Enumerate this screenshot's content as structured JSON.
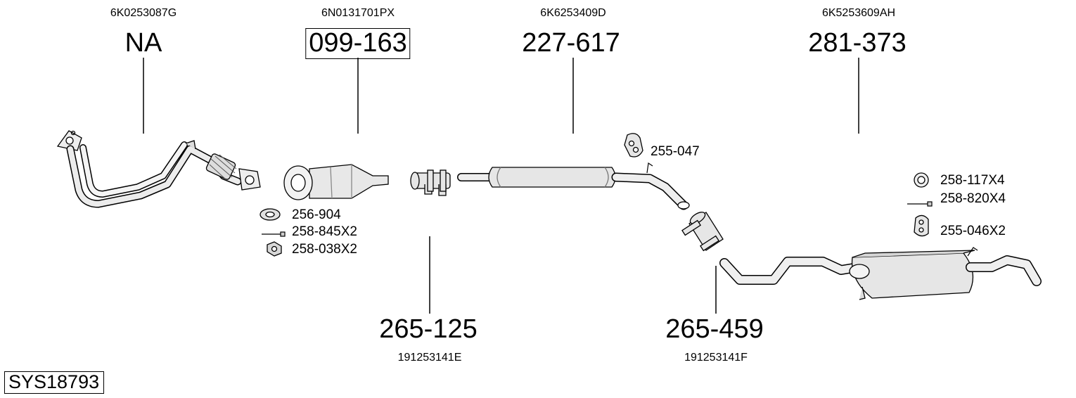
{
  "system_code": "SYS18793",
  "parts": [
    {
      "oe": "6K0253087G",
      "number": "NA"
    },
    {
      "oe": "6N0131701PX",
      "number": "099-163"
    },
    {
      "oe": "6K6253409D",
      "number": "227-617"
    },
    {
      "oe": "6K5253609AH",
      "number": "281-373"
    },
    {
      "oe": "191253141E",
      "number": "265-125"
    },
    {
      "oe": "191253141F",
      "number": "265-459"
    }
  ],
  "accessories": [
    {
      "label": "256-904"
    },
    {
      "label": "258-845X2"
    },
    {
      "label": "258-038X2"
    },
    {
      "label": "255-047"
    },
    {
      "label": "258-117X4"
    },
    {
      "label": "258-820X4"
    },
    {
      "label": "255-046X2"
    }
  ]
}
